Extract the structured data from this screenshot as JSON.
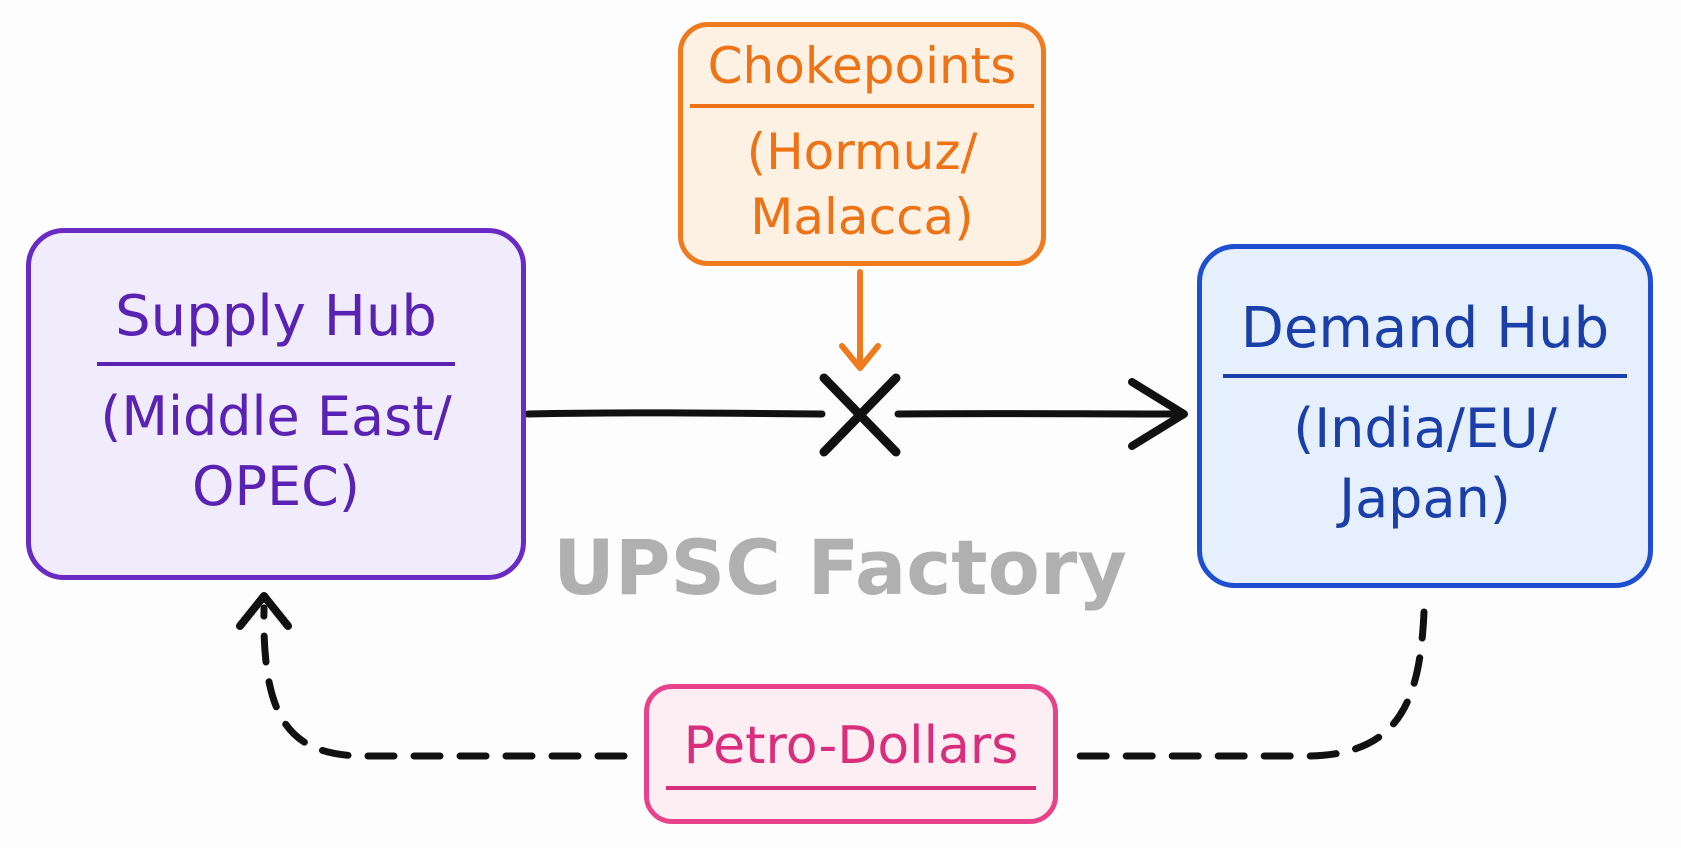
{
  "supply_hub": {
    "title": "Supply Hub",
    "subtitle": "(Middle East/\nOPEC)",
    "border_color": "#6a2bc4",
    "fill_color": "#f1ecfb",
    "text_color": "#5a22b3"
  },
  "demand_hub": {
    "title": "Demand Hub",
    "subtitle": "(India/EU/\nJapan)",
    "border_color": "#1f4fd1",
    "fill_color": "#e6effc",
    "text_color": "#1b3fa8"
  },
  "chokepoints": {
    "title": "Chokepoints",
    "subtitle": "(Hormuz/\nMalacca)",
    "border_color": "#f07a1e",
    "fill_color": "#fdf1e4",
    "text_color": "#ee7316"
  },
  "petro_dollars": {
    "title": "Petro-Dollars",
    "border_color": "#e8438a",
    "fill_color": "#fdeef3",
    "text_color": "#d92e7b"
  },
  "watermark": {
    "text": "UPSC Factory",
    "color": "#b0b0b0"
  },
  "connectors": {
    "flow_color": "#111111",
    "block_marker_icon": "x-mark-icon",
    "choke_arrow_color": "#f07a1e"
  }
}
